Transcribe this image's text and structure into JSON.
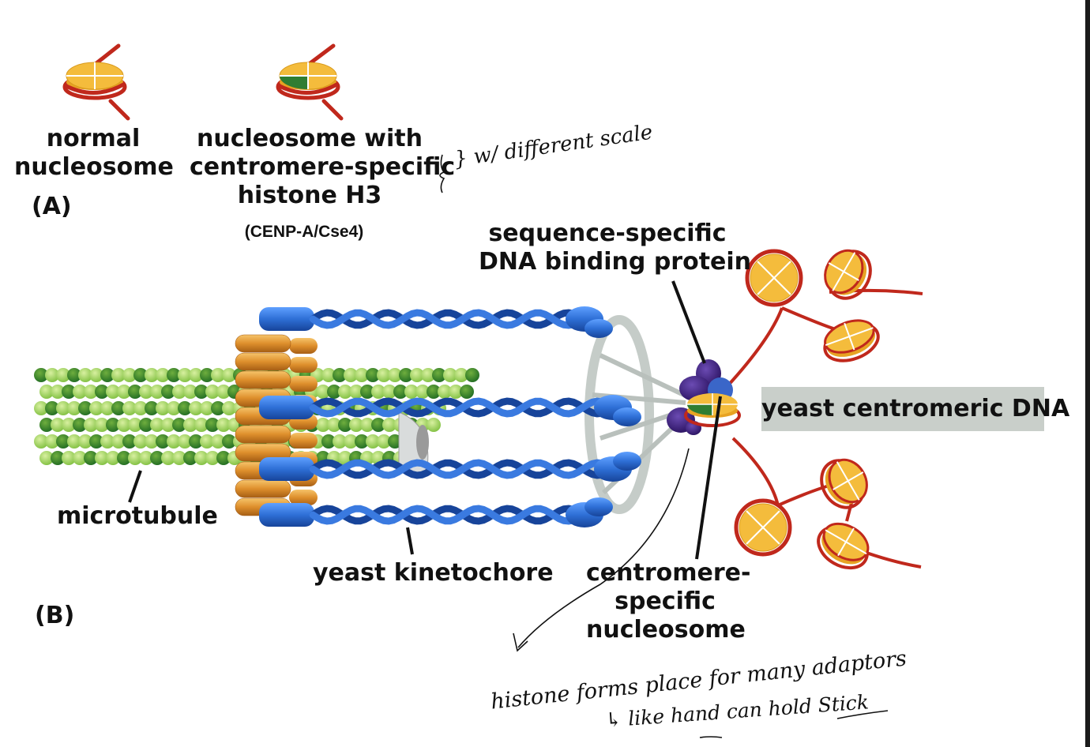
{
  "panel_a": {
    "label": "(A)",
    "normal_nucleosome": {
      "line1": "normal",
      "line2": "nucleosome"
    },
    "variant_nucleosome": {
      "line1": "nucleosome with",
      "line2": "centromere-specific",
      "line3": "histone H3",
      "subtitle": "(CENP-A/Cse4)"
    }
  },
  "panel_b": {
    "label": "(B)",
    "labels": {
      "binding_protein_line1": "sequence-specific",
      "binding_protein_line2": "DNA binding protein",
      "centromeric_dna": "yeast centromeric DNA",
      "microtubule": "microtubule",
      "kinetochore": "yeast kinetochore",
      "cs_nucleosome_line1": "centromere-",
      "cs_nucleosome_line2": "specific",
      "cs_nucleosome_line3": "nucleosome"
    }
  },
  "handwritten": {
    "bracket_note": "} w/ different scale",
    "note_line1": "histone forms place for many adaptors",
    "note_line2": "↳ like hand can hold Stick"
  },
  "colors": {
    "nucleosome_yellow": "#f2b632",
    "dna_red": "#c0281c",
    "variant_green": "#2f7d32",
    "kinetochore_blue": "#2f6fd3",
    "microtubule_green": "#7bbf3a",
    "ring_orange": "#d98c2a",
    "protein_purple": "#3d1f7a",
    "label_box_gray": "#c9cfca"
  }
}
